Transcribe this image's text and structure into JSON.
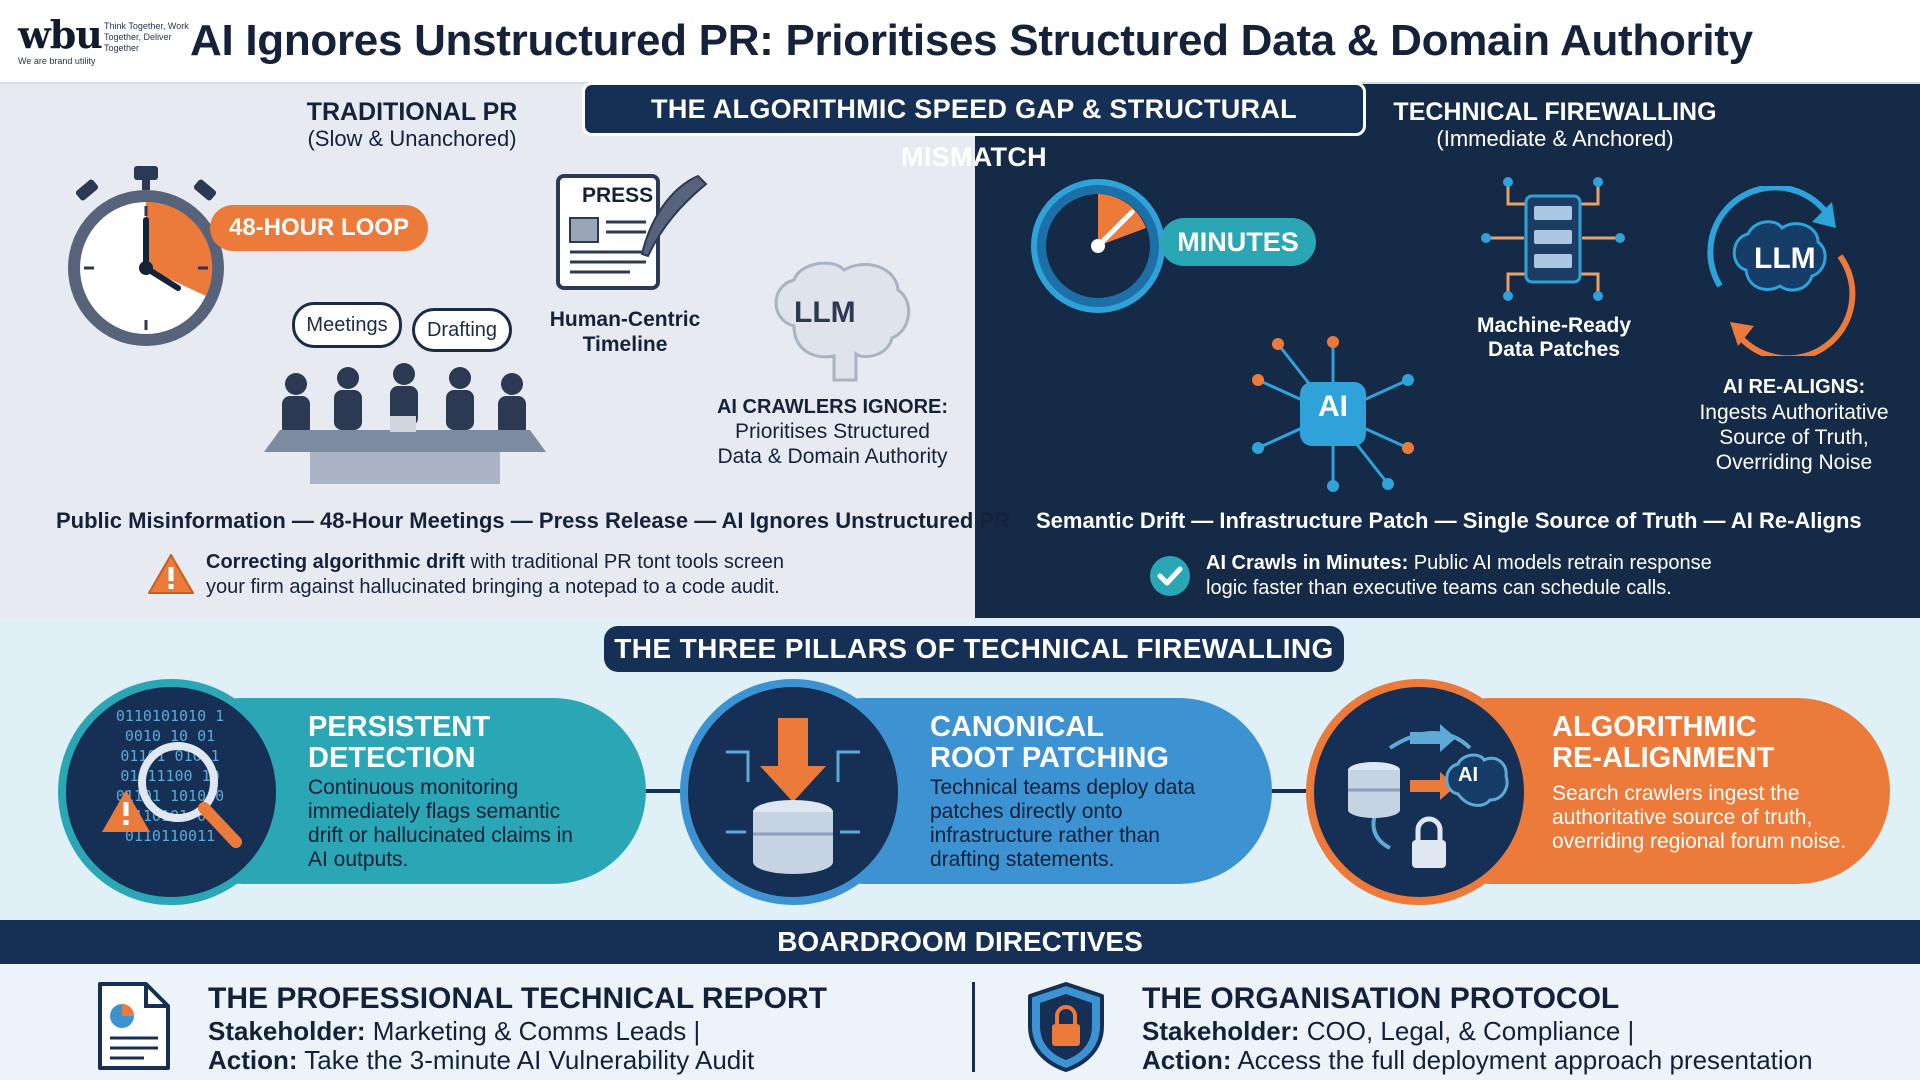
{
  "header": {
    "logo_text": "wbu",
    "logo_slogan": "Think Together, Work Together, Deliver Together",
    "logo_tagline": "We are brand utility",
    "title": "AI Ignores Unstructured PR: Prioritises Structured Data & Domain Authority"
  },
  "banner": "THE ALGORITHMIC SPEED GAP & STRUCTURAL MISMATCH",
  "traditional": {
    "title": "TRADITIONAL PR",
    "subtitle": "(Slow & Unanchored)",
    "loop_label": "48-HOUR LOOP",
    "bubble_1": "Meetings",
    "bubble_2": "Drafting",
    "press_label": "PRESS",
    "press_caption_1": "Human-Centric",
    "press_caption_2": "Timeline",
    "llm_label": "LLM",
    "crawlers_title": "AI CRAWLERS IGNORE:",
    "crawlers_line_1": "Prioritises Structured",
    "crawlers_line_2": "Data & Domain Authority",
    "flow": [
      "Public Misinformation",
      "48-Hour Meetings",
      "Press Release",
      "AI Ignores Unstructured PR"
    ],
    "warning_bold": "Correcting algorithmic drift",
    "warning_rest": " with traditional PR tont tools screen",
    "warning_line_2": "your firm against hallucinated bringing a notepad to a code audit."
  },
  "technical": {
    "title": "TECHNICAL FIREWALLING",
    "subtitle": "(Immediate & Anchored)",
    "minutes_label": "MINUTES",
    "patch_caption_1": "Machine-Ready",
    "patch_caption_2": "Data Patches",
    "ai_label": "AI",
    "llm_label": "LLM",
    "realign_title": "AI RE-ALIGNS:",
    "realign_line_1": "Ingests Authoritative",
    "realign_line_2": "Source of Truth,",
    "realign_line_3": "Overriding Noise",
    "flow": [
      "Semantic Drift",
      "Infrastructure Patch",
      "Single Source of Truth",
      "AI Re-Aligns"
    ],
    "check_bold": "AI Crawls in Minutes:",
    "check_rest": " Public AI models retrain response",
    "check_line_2": "logic faster than executive teams can schedule calls."
  },
  "pillars": {
    "banner": "THE THREE PILLARS OF TECHNICAL FIREWALLING",
    "items": [
      {
        "title_1": "PERSISTENT",
        "title_2": "DETECTION",
        "body": [
          "Continuous monitoring",
          "immediately flags semantic",
          "drift or hallucinated claims in",
          "AI outputs."
        ],
        "color": "#2aa6b5"
      },
      {
        "title_1": "CANONICAL",
        "title_2": "ROOT PATCHING",
        "body": [
          "Technical teams deploy data",
          "patches directly onto",
          "infrastructure rather than",
          "drafting statements."
        ],
        "color": "#3d93d1"
      },
      {
        "title_1": "ALGORITHMIC",
        "title_2": "RE-ALIGNMENT",
        "body": [
          "Search crawlers ingest the",
          "authoritative source of truth,",
          "overriding regional forum noise."
        ],
        "color": "#ec7a3a"
      }
    ],
    "binary_text": [
      "0110101010 1",
      "0010 10 01",
      "01101 010 1",
      "01 11100 10",
      "01101 1010 0",
      "0110101 01",
      "0110110011"
    ],
    "ai_label": "AI"
  },
  "directives": {
    "banner": "BOARDROOM DIRECTIVES",
    "left": {
      "title": "THE PROFESSIONAL TECHNICAL REPORT",
      "stake_label": "Stakeholder:",
      "stake_value": " Marketing & Comms Leads |",
      "action_label": "Action:",
      "action_value": " Take the 3-minute AI Vulnerability Audit"
    },
    "right": {
      "title": "THE ORGANISATION PROTOCOL",
      "stake_label": "Stakeholder:",
      "stake_value": " COO, Legal, & Compliance |",
      "action_label": "Action:",
      "action_value": " Access the full deployment approach presentation"
    }
  },
  "colors": {
    "navy": "#163055",
    "orange": "#ec7a3a",
    "teal": "#2aa6b5",
    "blue": "#3d93d1",
    "light_panel": "#e7ebf1"
  }
}
